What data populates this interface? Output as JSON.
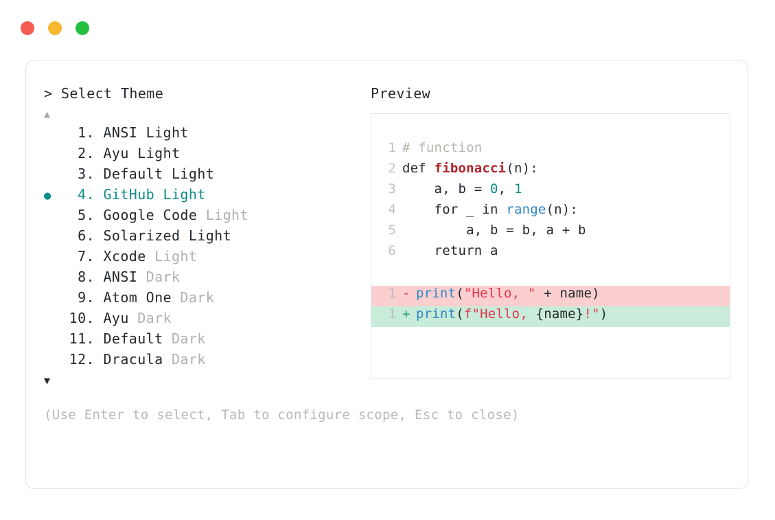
{
  "window": {
    "dots": [
      {
        "name": "close",
        "color": "#f45b53"
      },
      {
        "name": "minimize",
        "color": "#f5b82e"
      },
      {
        "name": "maximize",
        "color": "#26c040"
      }
    ]
  },
  "selector": {
    "prompt": "> Select Theme",
    "scroll_up": "▲",
    "scroll_down": "▼",
    "selected_index": 4,
    "bullet": "●",
    "items": [
      {
        "number": "1.",
        "name": "ANSI Light",
        "suffix": "",
        "selected": false
      },
      {
        "number": "2.",
        "name": "Ayu Light",
        "suffix": "",
        "selected": false
      },
      {
        "number": "3.",
        "name": "Default Light",
        "suffix": "",
        "selected": false
      },
      {
        "number": "4.",
        "name": "GitHub Light",
        "suffix": "",
        "selected": true
      },
      {
        "number": "5.",
        "name": "Google Code ",
        "suffix": "Light",
        "selected": false
      },
      {
        "number": "6.",
        "name": "Solarized Light",
        "suffix": "",
        "selected": false
      },
      {
        "number": "7.",
        "name": "Xcode ",
        "suffix": "Light",
        "selected": false
      },
      {
        "number": "8.",
        "name": "ANSI ",
        "suffix": "Dark",
        "selected": false
      },
      {
        "number": "9.",
        "name": "Atom One ",
        "suffix": "Dark",
        "selected": false
      },
      {
        "number": "10.",
        "name": "Ayu ",
        "suffix": "Dark",
        "selected": false
      },
      {
        "number": "11.",
        "name": "Default ",
        "suffix": "Dark",
        "selected": false
      },
      {
        "number": "12.",
        "name": "Dracula ",
        "suffix": "Dark",
        "selected": false
      }
    ],
    "hint": "(Use Enter to select, Tab to configure scope, Esc to close)"
  },
  "preview": {
    "label": "Preview",
    "code_lines": [
      {
        "gutter": "1",
        "tokens": [
          {
            "t": "# function",
            "c": "comment"
          }
        ]
      },
      {
        "gutter": "2",
        "tokens": [
          {
            "t": "def ",
            "c": "plain"
          },
          {
            "t": "fibonacci",
            "c": "func"
          },
          {
            "t": "(n):",
            "c": "plain"
          }
        ]
      },
      {
        "gutter": "3",
        "tokens": [
          {
            "t": "    a, b = ",
            "c": "plain"
          },
          {
            "t": "0",
            "c": "num"
          },
          {
            "t": ", ",
            "c": "plain"
          },
          {
            "t": "1",
            "c": "num"
          }
        ]
      },
      {
        "gutter": "4",
        "tokens": [
          {
            "t": "    for _ in ",
            "c": "plain"
          },
          {
            "t": "range",
            "c": "builtin"
          },
          {
            "t": "(n):",
            "c": "plain"
          }
        ]
      },
      {
        "gutter": "5",
        "tokens": [
          {
            "t": "        a, b = b, a + b",
            "c": "plain"
          }
        ]
      },
      {
        "gutter": "6",
        "tokens": [
          {
            "t": "    return a",
            "c": "plain"
          }
        ]
      }
    ],
    "diff_lines": [
      {
        "type": "del",
        "gutter": "1",
        "sign": "-",
        "tokens": [
          {
            "t": "print",
            "c": "call"
          },
          {
            "t": "(",
            "c": "plain"
          },
          {
            "t": "\"Hello, \"",
            "c": "string"
          },
          {
            "t": " + name)",
            "c": "plain"
          }
        ]
      },
      {
        "type": "add",
        "gutter": "1",
        "sign": "+",
        "tokens": [
          {
            "t": "print",
            "c": "call"
          },
          {
            "t": "(",
            "c": "plain"
          },
          {
            "t": "f\"Hello, ",
            "c": "string"
          },
          {
            "t": "{name}",
            "c": "plain"
          },
          {
            "t": "!\"",
            "c": "string"
          },
          {
            "t": ")",
            "c": "plain"
          }
        ]
      }
    ]
  },
  "colors": {
    "accent_teal": "#0f8c86",
    "diff_del_bg": "#fbcfcf",
    "diff_add_bg": "#c8ecd9",
    "text": "#24292e",
    "muted": "#b0b0b6",
    "border": "#e2e2e4"
  }
}
